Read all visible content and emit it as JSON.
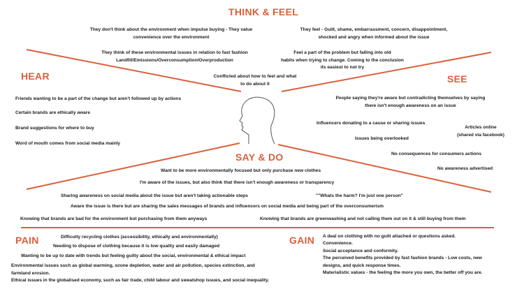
{
  "colors": {
    "accent": "#d9603b",
    "text": "#1a1a1a"
  },
  "think_feel": {
    "title": "THINK & FEEL",
    "items": [
      "They don't think about the environment when impulse buying - They value",
      "convenience over the environment",
      "They feel - Guilt, shame, embarrassment, concern, disappointment,",
      "shocked and angry when informed about the issue",
      "They think of these environmental issues in relation to fast fashion",
      "Landfill/Emissions/Overconsumption/Overproduction",
      "Feel a part of the problem but falling into old",
      "habits when trying to change. Coming to the conclusion",
      "its easiest to not try",
      "Conflicted about how to feel and what",
      "to do about it"
    ]
  },
  "hear": {
    "title": "HEAR",
    "items": [
      "Friends wanting to be a part of the change but aren't followed up by actions",
      "Certain brands are ethically aware",
      "Brand suggestions for where to buy",
      "Word of mouth comes from social media mainly"
    ]
  },
  "see": {
    "title": "SEE",
    "items": [
      "People saying they're aware but contradicting themselves by saying",
      "there isn't enough awareness on an issue",
      "Influencers donating to a cause or sharing issues",
      "Articles online",
      "(shared via facebook)",
      "Issues being overlooked",
      "No consequences for consumers actions",
      "No awareness advertised"
    ]
  },
  "say_do": {
    "title": "SAY & DO",
    "items": [
      "Want to be more environmentally focused but only purchase new clothes",
      "I'm aware of the issues, but also think that there isn't enough awareness or transparency",
      "Sharing awareness on social media about the issue but aren't taking actionable steps",
      "\"\"Whats the harm? I'm just one person\"",
      "Aware the issue is there but are sharing the sales messages of brands and influencers on social media and being part of the overconsumerism",
      "Knowing that brands are bad for the environment but purchasing from them anyways",
      "Knowing that brands are greenwashing and not calling them out on it & still buying from them"
    ]
  },
  "pain": {
    "title": "PAIN",
    "items": [
      "Difficulty recycling clothes (accessibility, ethically and environmentally)",
      "Needing to dispose of clothing because it is low quality and easily damaged",
      "Wanting to be up to date with trends but feeling guilty about the social, environmental & ethical impact",
      "Environmental issues such as global warming, ozone depletion, water and air pollution, species extinction, and",
      "farmland erosion.",
      "Ethical issues in the globalised economy, such as fair trade, child labour and sweatshop issues, and social inequality."
    ]
  },
  "gain": {
    "title": "GAIN",
    "items": [
      "A deal on clothing with no guilt attached or questions asked.",
      "Convenience.",
      "Social acceptance and conformity.",
      "The perceived benefits provided by fast fashion brands - Low costs, new",
      "designs, and quick response times.",
      "Materialistic values - the feeling the more you own, the better off you are."
    ]
  }
}
